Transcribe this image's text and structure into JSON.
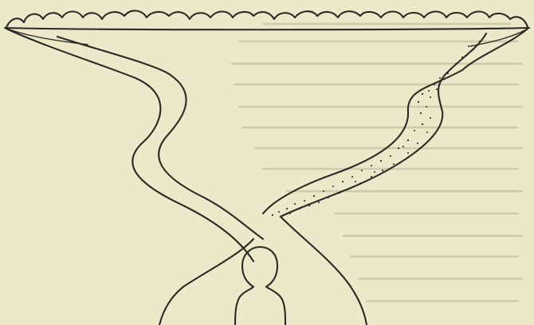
{
  "colors": {
    "paper": "#ece8c9",
    "ink": "#2c2a24",
    "show_through_text": "#b8b396"
  },
  "figure": {
    "subject": "person-at-fork-of-two-paths",
    "paths": [
      "clear-path-left",
      "dotted-path-right"
    ]
  }
}
